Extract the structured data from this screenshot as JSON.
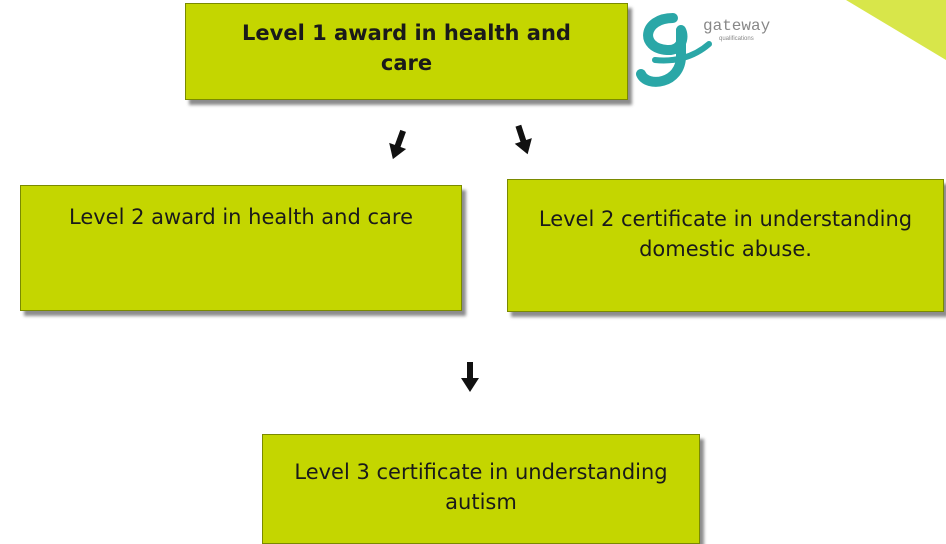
{
  "brand": {
    "logo_text": "gateway",
    "logo_subtext": "qualifications",
    "logo_color": "#2aa7a7",
    "accent_color": "#c4d600"
  },
  "boxes": {
    "top": "Level 1 award in health and care",
    "left": "Level 2 award in health and care",
    "right": "Level 2 certificate in understanding domestic abuse.",
    "bottom": "Level 3 certificate in understanding autism"
  },
  "arrows": [
    {
      "from": "top",
      "to": "left",
      "icon": "arrow-down-left"
    },
    {
      "from": "top",
      "to": "right",
      "icon": "arrow-down-right"
    },
    {
      "from": "right",
      "to": "bottom",
      "icon": "arrow-down"
    }
  ]
}
